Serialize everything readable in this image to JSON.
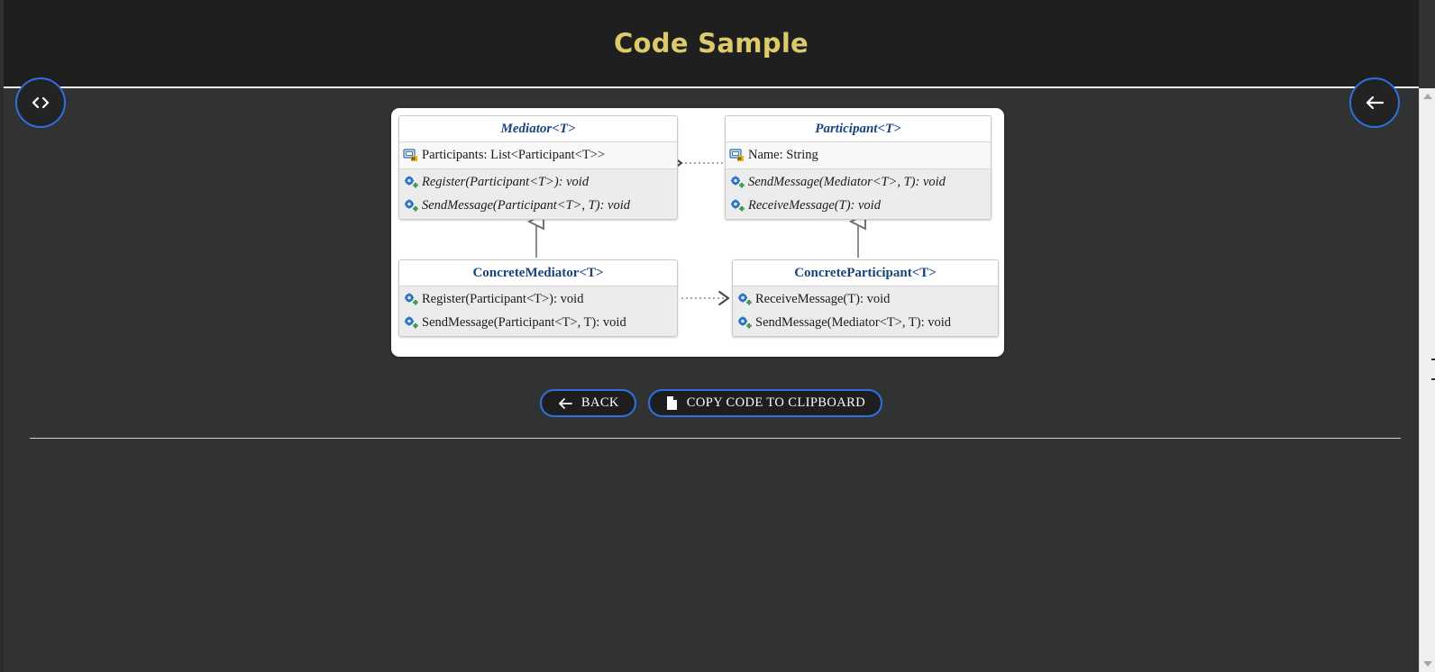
{
  "header": {
    "title": "Code Sample"
  },
  "nav": {
    "code_button_icon": "code-angle-brackets-icon",
    "code_button_label": "<>",
    "back_button_icon": "arrow-left-icon"
  },
  "diagram": {
    "type": "uml-class-diagram",
    "pattern": "Mediator",
    "classes": [
      {
        "id": "mediator",
        "name": "Mediator<T>",
        "abstract": true,
        "fields": [
          {
            "icon": "property-icon",
            "text": "Participants: List<Participant<T>>"
          }
        ],
        "methods": [
          {
            "icon": "method-icon",
            "text": "Register(Participant<T>): void",
            "abstract": true
          },
          {
            "icon": "method-icon",
            "text": "SendMessage(Participant<T>, T): void",
            "abstract": true
          }
        ]
      },
      {
        "id": "participant",
        "name": "Participant<T>",
        "abstract": true,
        "fields": [
          {
            "icon": "property-icon",
            "text": "Name: String"
          }
        ],
        "methods": [
          {
            "icon": "method-icon",
            "text": "SendMessage(Mediator<T>, T): void",
            "abstract": true
          },
          {
            "icon": "method-icon",
            "text": "ReceiveMessage(T): void",
            "abstract": true
          }
        ]
      },
      {
        "id": "concrete-mediator",
        "name": "ConcreteMediator<T>",
        "abstract": false,
        "fields": [],
        "methods": [
          {
            "icon": "method-icon",
            "text": "Register(Participant<T>): void",
            "abstract": false
          },
          {
            "icon": "method-icon",
            "text": "SendMessage(Participant<T>, T): void",
            "abstract": false
          }
        ]
      },
      {
        "id": "concrete-participant",
        "name": "ConcreteParticipant<T>",
        "abstract": false,
        "fields": [],
        "methods": [
          {
            "icon": "method-icon",
            "text": "ReceiveMessage(T): void",
            "abstract": false
          },
          {
            "icon": "method-icon",
            "text": "SendMessage(Mediator<T>, T): void",
            "abstract": false
          }
        ]
      }
    ],
    "relations": [
      {
        "from": "participant",
        "to": "mediator",
        "kind": "dependency",
        "style": "dotted-open-arrow"
      },
      {
        "from": "concrete-mediator",
        "to": "mediator",
        "kind": "generalization",
        "style": "solid-hollow-triangle"
      },
      {
        "from": "concrete-participant",
        "to": "participant",
        "kind": "generalization",
        "style": "solid-hollow-triangle"
      },
      {
        "from": "concrete-mediator",
        "to": "concrete-participant",
        "kind": "dependency",
        "style": "dotted-open-arrow"
      }
    ]
  },
  "actions": {
    "back": {
      "label": "BACK",
      "icon": "arrow-left-icon"
    },
    "copy": {
      "label": "COPY CODE TO CLIPBOARD",
      "icon": "file-copy-icon"
    }
  },
  "colors": {
    "header_bg": "#1f1f1f",
    "body_bg": "#313233",
    "title_gold": "#ddcb6b",
    "accent_blue": "#2f6fe0",
    "uml_title_blue": "#17457f",
    "panel_white": "#ffffff"
  }
}
